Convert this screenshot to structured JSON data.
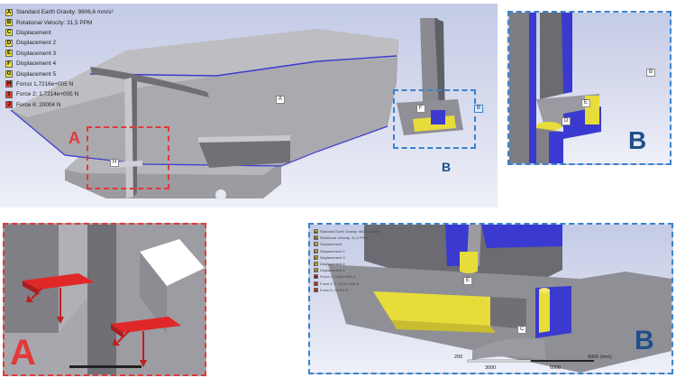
{
  "main_view": {
    "legend": [
      {
        "key": "A",
        "color": "#f0e23a",
        "text": "Standard Earth Gravity: 9806,6 mm/s²"
      },
      {
        "key": "B",
        "color": "#f0e23a",
        "text": "Rotational Velocity: 31,5 PPM"
      },
      {
        "key": "C",
        "color": "#f0e23a",
        "text": "Displacement"
      },
      {
        "key": "D",
        "color": "#f0e23a",
        "text": "Displacement 2"
      },
      {
        "key": "E",
        "color": "#f0e23a",
        "text": "Displacement 3"
      },
      {
        "key": "F",
        "color": "#f0e23a",
        "text": "Displacement 4"
      },
      {
        "key": "G",
        "color": "#f0e23a",
        "text": "Displacement 5"
      },
      {
        "key": "H",
        "color": "#e03a2a",
        "text": "Forcci 1,7216e+005 N"
      },
      {
        "key": "I",
        "color": "#e03a2a",
        "text": "Force 2: 1,7214e+005 N"
      },
      {
        "key": "J",
        "color": "#e03a2a",
        "text": "Force 6: 20004 N"
      }
    ],
    "tag_a": "A",
    "tag_b": "B",
    "tag_f": "F",
    "tag_h": "H",
    "region_a_label": "A",
    "region_b_label": "B"
  },
  "detail_b_top": {
    "label": "B",
    "tag_e": "E",
    "tag_d": "D",
    "tag_edge": "B"
  },
  "detail_a": {
    "label": "A"
  },
  "detail_b_bottom": {
    "label": "B",
    "tag_e": "E",
    "tag_c": "C",
    "scale_0": "200",
    "scale_1": "3000",
    "scale_2": "6000",
    "scale_3": "9000 (mm)"
  },
  "colors": {
    "red_frame": "#e03a3a",
    "blue_frame": "#3a82cc",
    "support_yellow": "#f0e23a",
    "edge_blue": "#3a3ad0",
    "force_red": "#e02828"
  }
}
